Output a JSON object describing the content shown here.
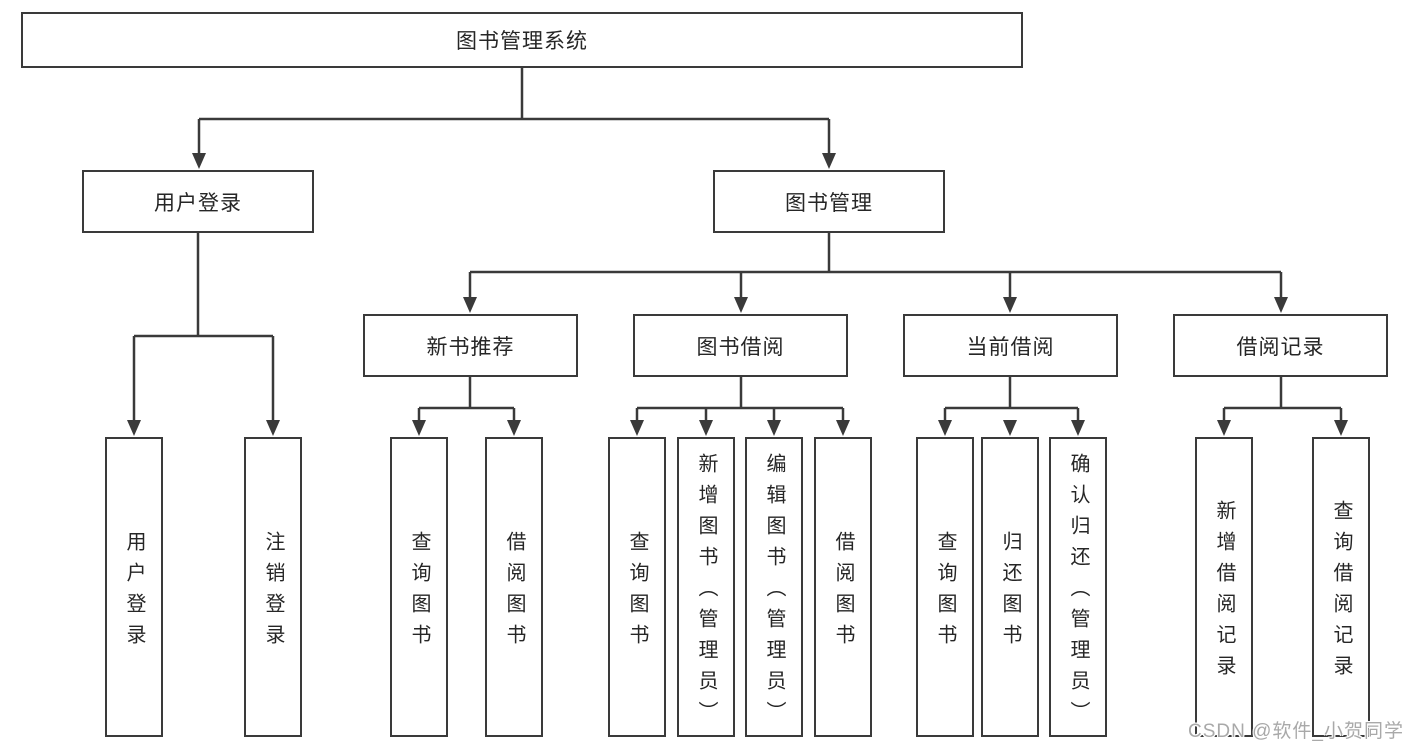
{
  "colors": {
    "line": "#3a3a3a",
    "box_border": "#3a3a3a",
    "box_fill": "#ffffff",
    "text": "#262626",
    "watermark": "#a9a9a9",
    "background": "#ffffff"
  },
  "watermark": "CSDN @软件_小贺同学",
  "tree": {
    "root": {
      "label": "图书管理系统",
      "children": {
        "user_login": {
          "label": "用户登录",
          "children": {
            "login": {
              "label": "用户登录"
            },
            "logout": {
              "label": "注销登录"
            }
          }
        },
        "book_management": {
          "label": "图书管理",
          "children": {
            "new_book_recommend": {
              "label": "新书推荐",
              "children": {
                "query_books": {
                  "label": "查询图书"
                },
                "borrow_books": {
                  "label": "借阅图书"
                }
              }
            },
            "book_borrowing": {
              "label": "图书借阅",
              "children": {
                "query_books": {
                  "label": "查询图书"
                },
                "add_books_admin": {
                  "label": "新增图书（管理员）"
                },
                "edit_books_admin": {
                  "label": "编辑图书（管理员）"
                },
                "borrow_books": {
                  "label": "借阅图书"
                }
              }
            },
            "current_borrowing": {
              "label": "当前借阅",
              "children": {
                "query_books": {
                  "label": "查询图书"
                },
                "return_books": {
                  "label": "归还图书"
                },
                "confirm_return_admin": {
                  "label": "确认归还（管理员）"
                }
              }
            },
            "borrowing_records": {
              "label": "借阅记录",
              "children": {
                "add_borrow_record": {
                  "label": "新增借阅记录"
                },
                "query_borrow_record": {
                  "label": "查询借阅记录"
                }
              }
            }
          }
        }
      }
    }
  }
}
